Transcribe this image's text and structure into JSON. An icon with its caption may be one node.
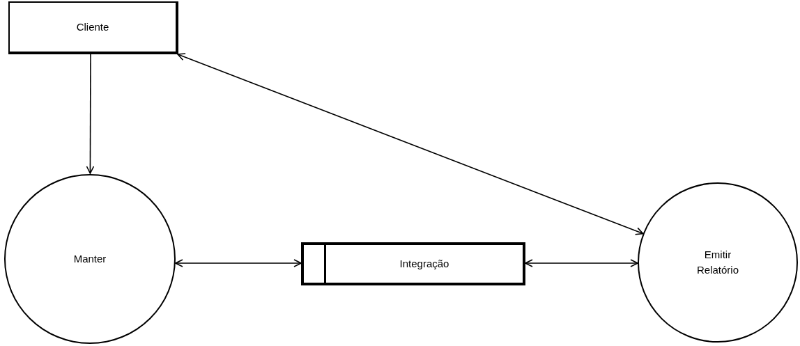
{
  "diagram": {
    "nodes": [
      {
        "text": [
          "Cliente"
        ]
      },
      {
        "text": [
          "Manter"
        ]
      },
      {
        "text": [
          "Integração"
        ]
      },
      {
        "text": [
          "Emitir Relatório"
        ]
      }
    ],
    "edges": [
      {
        "from": 0,
        "to": 1,
        "arrow": "to"
      },
      {
        "from": 0,
        "to": 3,
        "arrow": "both"
      },
      {
        "from": 1,
        "to": 2,
        "arrow": "both"
      },
      {
        "from": 2,
        "to": 3,
        "arrow": "both"
      }
    ]
  }
}
